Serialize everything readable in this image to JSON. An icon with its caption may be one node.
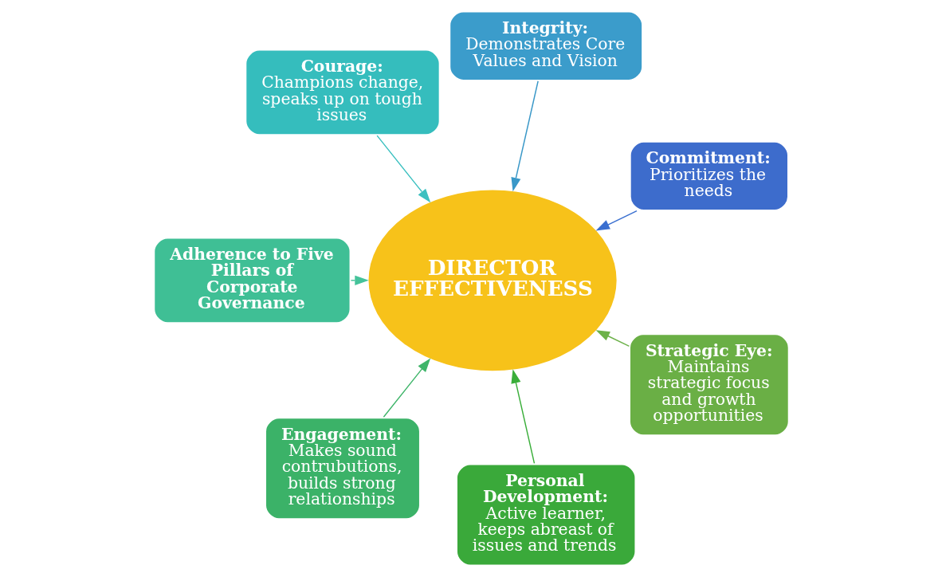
{
  "diagram": {
    "nodes": [
      {
        "text": [
          "DIRECTOR EFFECTIVENESS"
        ]
      },
      {
        "text": [
          "Commitment:",
          "Prioritizes the needs"
        ]
      },
      {
        "text": [
          "Integrity:",
          "Demonstrates Core Values and Vision"
        ]
      },
      {
        "text": [
          "Courage:",
          "Champions change, speaks up on tough issues"
        ]
      },
      {
        "text": [
          "Adherence to Five Pillars of Corporate Governance"
        ]
      },
      {
        "text": [
          "Engagement:",
          "Makes sound contrubutions, builds strong relationships"
        ]
      },
      {
        "text": [
          "Personal Development:",
          "Active learner, keeps abreast of issues and trends"
        ]
      },
      {
        "text": [
          "Strategic Eye:",
          "Maintains strategic focus and growth opportunities"
        ]
      }
    ],
    "edges": [
      {
        "from": 1,
        "to": 0,
        "arrow": "to",
        "color": "#3a6fd0"
      },
      {
        "from": 2,
        "to": 0,
        "arrow": "to",
        "color": "#3a98c8"
      },
      {
        "from": 3,
        "to": 0,
        "arrow": "to",
        "color": "#3cc0c0"
      },
      {
        "from": 4,
        "to": 0,
        "arrow": "to",
        "color": "#45c39a"
      },
      {
        "from": 5,
        "to": 0,
        "arrow": "to",
        "color": "#3fb56a"
      },
      {
        "from": 6,
        "to": 0,
        "arrow": "to",
        "color": "#3aae3a"
      },
      {
        "from": 7,
        "to": 0,
        "arrow": "to",
        "color": "#6db24a"
      }
    ]
  }
}
